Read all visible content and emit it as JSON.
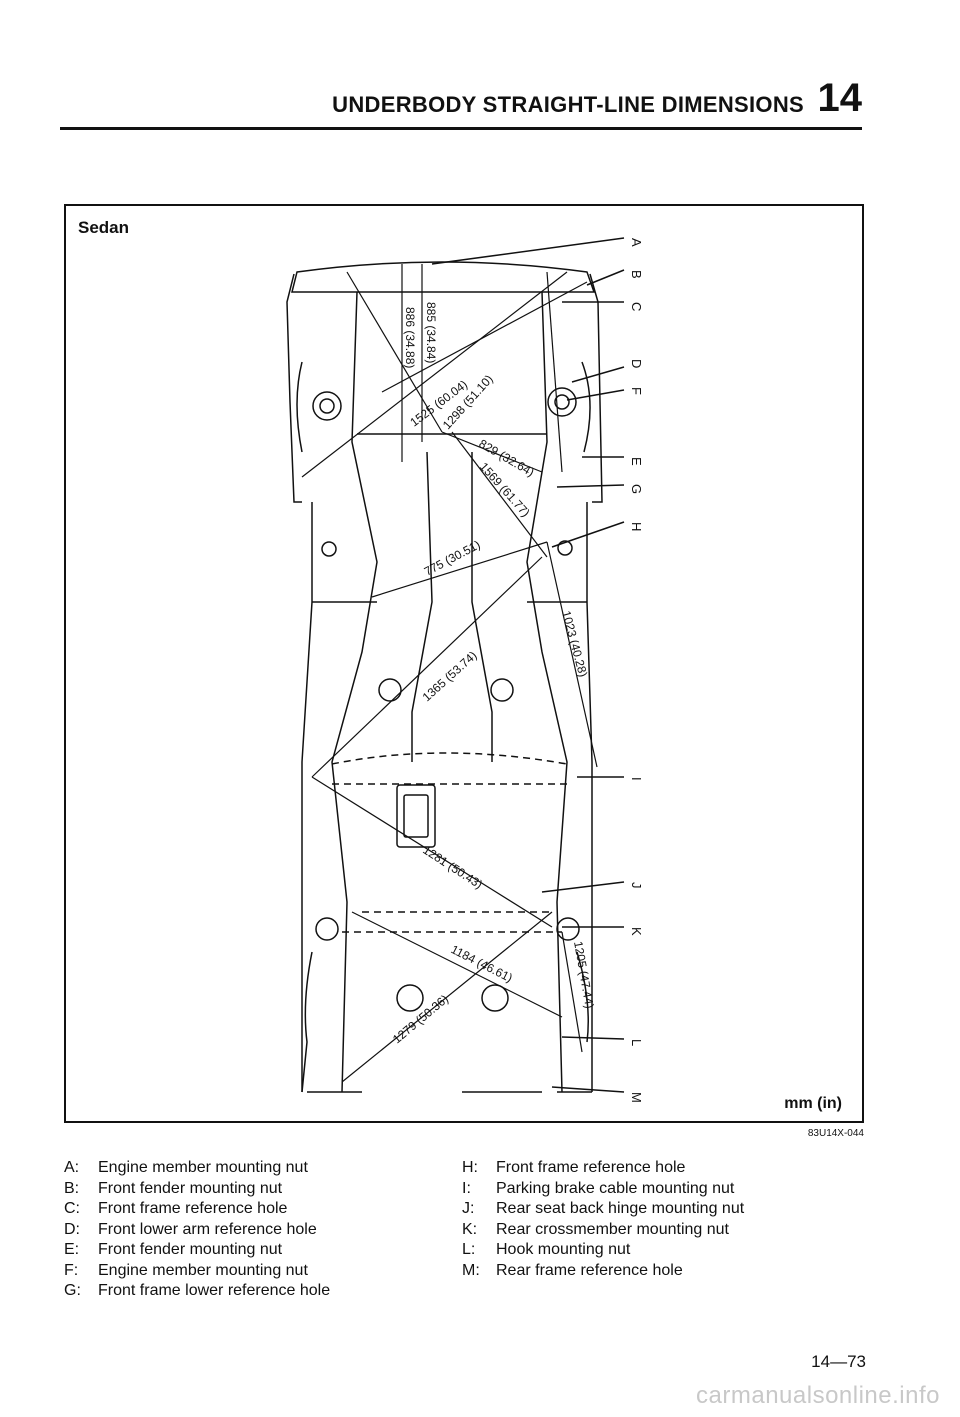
{
  "header": {
    "title": "UNDERBODY STRAIGHT-LINE DIMENSIONS",
    "chapter": "14"
  },
  "figure": {
    "label": "Sedan",
    "units": "mm (in)",
    "code": "83U14X-044",
    "point_letters": [
      "A",
      "B",
      "C",
      "D",
      "F",
      "E",
      "G",
      "H",
      "I",
      "J",
      "K",
      "L",
      "M"
    ],
    "dimensions": [
      "885 (34.84)",
      "886 (34.88)",
      "1525 (60.04)",
      "1298 (51.10)",
      "829 (32.64)",
      "1569 (61.77)",
      "775 (30.51)",
      "1023 (40.28)",
      "1365 (53.74)",
      "1281 (50.43)",
      "1184 (46.61)",
      "1205 (47.44)",
      "1279 (50.36)"
    ]
  },
  "legend": {
    "left": [
      {
        "key": "A:",
        "text": "Engine member mounting nut"
      },
      {
        "key": "B:",
        "text": "Front fender mounting nut"
      },
      {
        "key": "C:",
        "text": "Front frame reference hole"
      },
      {
        "key": "D:",
        "text": "Front lower arm reference hole"
      },
      {
        "key": "E:",
        "text": "Front fender mounting nut"
      },
      {
        "key": "F:",
        "text": "Engine member mounting nut"
      },
      {
        "key": "G:",
        "text": "Front frame lower reference hole"
      }
    ],
    "right": [
      {
        "key": "H:",
        "text": "Front frame reference hole"
      },
      {
        "key": "I:",
        "text": "Parking brake cable mounting nut"
      },
      {
        "key": "J:",
        "text": "Rear seat back hinge mounting nut"
      },
      {
        "key": "K:",
        "text": "Rear crossmember mounting nut"
      },
      {
        "key": "L:",
        "text": "Hook mounting nut"
      },
      {
        "key": "M:",
        "text": "Rear frame reference hole"
      }
    ]
  },
  "footer": {
    "page_number": "14—73",
    "watermark": "carmanualsonline.info"
  }
}
